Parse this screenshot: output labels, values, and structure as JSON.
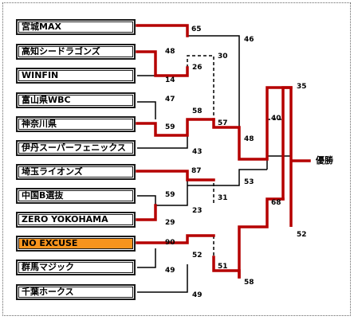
{
  "teams": [
    {
      "name": "宮城MAX",
      "highlight": false
    },
    {
      "name": "高知シードラゴンズ",
      "highlight": false
    },
    {
      "name": "WINFIN",
      "highlight": false
    },
    {
      "name": "富山県WBC",
      "highlight": false
    },
    {
      "name": "神奈川県",
      "highlight": false
    },
    {
      "name": "伊丹スーパーフェニックス",
      "highlight": false
    },
    {
      "name": "埼玉ライオンズ",
      "highlight": false
    },
    {
      "name": "中国B選抜",
      "highlight": false
    },
    {
      "name": "ZERO YOKOHAMA",
      "highlight": false
    },
    {
      "name": "NO EXCUSE",
      "highlight": true
    },
    {
      "name": "群馬マジック",
      "highlight": false
    },
    {
      "name": "千葉ホークス",
      "highlight": false
    }
  ],
  "scores": {
    "s65": "65",
    "s48": "48",
    "s14": "14",
    "s26": "26",
    "s30": "30",
    "s46": "46",
    "s47": "47",
    "s58a": "58",
    "s59a": "59",
    "s57": "57",
    "s43": "43",
    "s48b": "48",
    "s40": "40",
    "s35": "35",
    "s87": "87",
    "s59b": "59",
    "s29": "29",
    "s23": "23",
    "s31": "31",
    "s53": "53",
    "s90": "90",
    "s52a": "52",
    "s49a": "49",
    "s51": "51",
    "s49b": "49",
    "s58b": "58",
    "s68": "68",
    "s52b": "52"
  },
  "winner_label": "優勝",
  "colors": {
    "winner_line": "#b50000",
    "line": "#000000",
    "highlight": "#f7941d"
  }
}
